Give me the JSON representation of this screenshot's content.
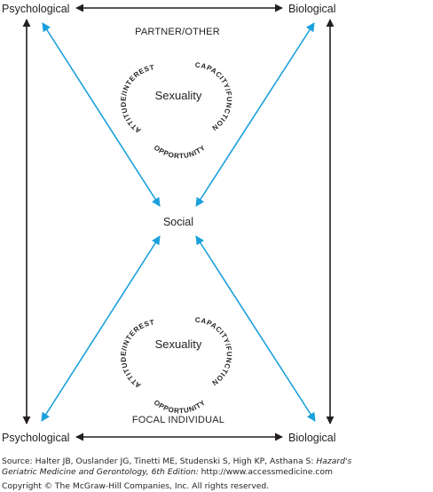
{
  "diagram": {
    "top": {
      "left_label": "Psychological",
      "right_label": "Biological",
      "group_label": "PARTNER/OTHER",
      "center_label": "Sexuality",
      "arc_left": "ATTITUDE/INTEREST",
      "arc_right": "CAPACITY/FUNCTION",
      "arc_bottom": "OPPORTUNITY"
    },
    "middle": {
      "social_label": "Social"
    },
    "bottom": {
      "left_label": "Psychological",
      "right_label": "Biological",
      "group_label": "FOCAL INDIVIDUAL",
      "center_label": "Sexuality",
      "arc_left": "ATTITUDE/INTEREST",
      "arc_right": "CAPACITY/FUNCTION",
      "arc_bottom": "OPPORTUNITY"
    },
    "colors": {
      "black_arrow": "#231f20",
      "blue_arrow": "#1aa0dc"
    }
  },
  "caption": {
    "source_line1_plain": "Source: Halter JB, Ouslander JG, Tinetti ME, Studenski S, High KP, Asthana S: ",
    "source_line1_italic": "Hazard's",
    "source_line2_italic": "Geriatric Medicine and Gerontology, 6th Edition:",
    "source_line2_plain": " http://www.accessmedicine.com",
    "copyright": "Copyright © The McGraw-Hill Companies, Inc. All rights reserved."
  }
}
